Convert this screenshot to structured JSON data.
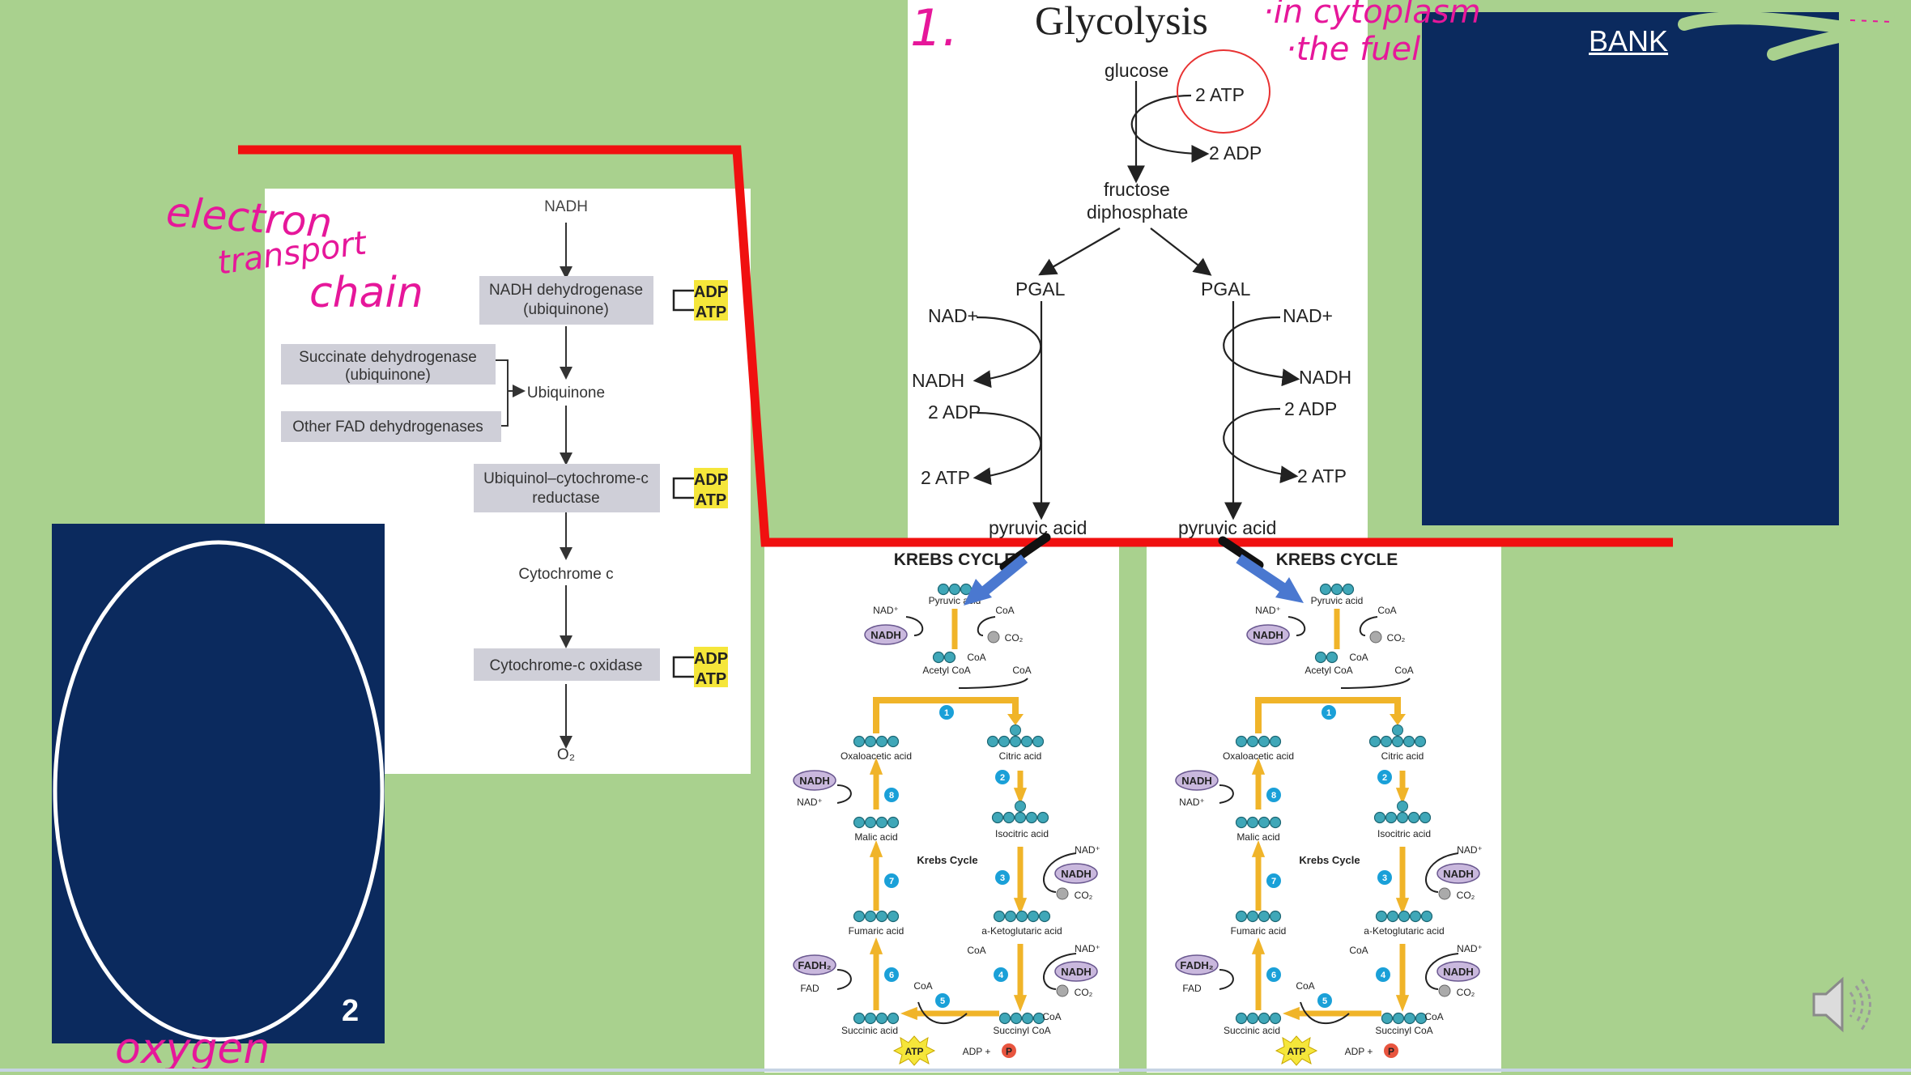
{
  "slide": {
    "bank_label": "BANK",
    "page_number": "2"
  },
  "annotations": {
    "number_one": "1.",
    "in_cytoplasm": "·in cytoplasm",
    "the_fuel": "·the fuel",
    "etc_line1": "electron",
    "etc_line2": "transport",
    "etc_line3": "chain",
    "oxygen": "oxygen"
  },
  "glycolysis": {
    "title": "Glycolysis",
    "glucose": "glucose",
    "atp_in": "2 ATP",
    "adp_out": "2 ADP",
    "fructose": "fructose",
    "diphosphate": "diphosphate",
    "pgal_left": "PGAL",
    "pgal_right": "PGAL",
    "nad_left": "NAD+",
    "nad_right": "NAD+",
    "nadh_left": "NADH",
    "nadh_right": "NADH",
    "adp_left": "2 ADP",
    "adp_right": "2 ADP",
    "atp_left": "2 ATP",
    "atp_right": "2 ATP",
    "pyruvic_left": "pyruvic acid",
    "pyruvic_right": "pyruvic acid"
  },
  "etc": {
    "nadh": "NADH",
    "complex1_line1": "NADH dehydrogenase",
    "complex1_line2": "(ubiquinone)",
    "succ_line1": "Succinate dehydrogenase",
    "succ_line2": "(ubiquinone)",
    "other_fad": "Other FAD dehydrogenases",
    "ubiquinone": "Ubiquinone",
    "complex3_line1": "Ubiquinol–cytochrome-c",
    "complex3_line2": "reductase",
    "cytochrome_c": "Cytochrome c",
    "complex4": "Cytochrome-c oxidase",
    "o2": "O₂",
    "adp": "ADP",
    "atp": "ATP"
  },
  "krebs": {
    "title": "KREBS CYCLE",
    "pyruvic": "Pyruvic acid",
    "nad_plus": "NAD⁺",
    "nadh": "NADH",
    "coa": "CoA",
    "co2": "CO₂",
    "acetyl": "Acetyl CoA",
    "oxaloacetic": "Oxaloacetic acid",
    "citric": "Citric acid",
    "malic": "Malic acid",
    "isocitric": "Isocitric acid",
    "center": "Krebs Cycle",
    "fumaric": "Fumaric acid",
    "ketoglutaric": "a-Ketoglutaric acid",
    "fadh2": "FADH₂",
    "fad": "FAD",
    "succinic": "Succinic acid",
    "succinyl": "Succinyl CoA",
    "atp": "ATP",
    "adp_plus": "ADP +",
    "p": "P",
    "steps": [
      "1",
      "2",
      "3",
      "4",
      "5",
      "6",
      "7",
      "8"
    ]
  }
}
